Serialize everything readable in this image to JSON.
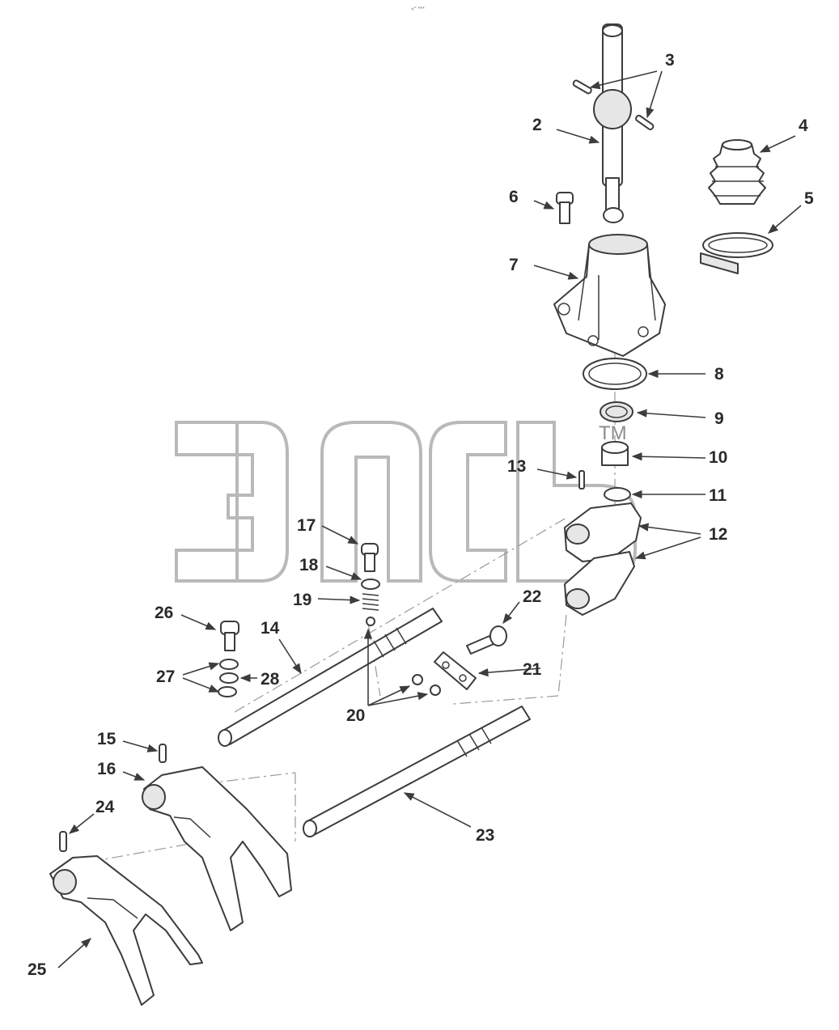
{
  "header_mark": "«° ***",
  "watermark": {
    "tm": "TM"
  },
  "callouts": [
    "2",
    "3",
    "4",
    "5",
    "6",
    "7",
    "8",
    "9",
    "10",
    "11",
    "12",
    "13",
    "14",
    "15",
    "16",
    "17",
    "18",
    "19",
    "20",
    "21",
    "22",
    "23",
    "24",
    "25",
    "26",
    "27",
    "28"
  ]
}
